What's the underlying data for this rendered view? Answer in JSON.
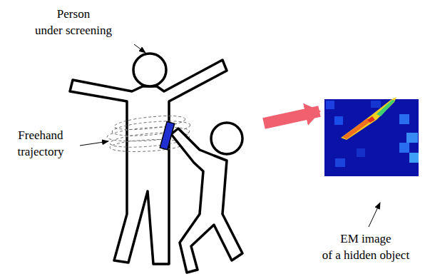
{
  "diagram": {
    "labels": [
      "Person under screening",
      "Freehand trajectory",
      "EM image of a hidden object"
    ]
  }
}
